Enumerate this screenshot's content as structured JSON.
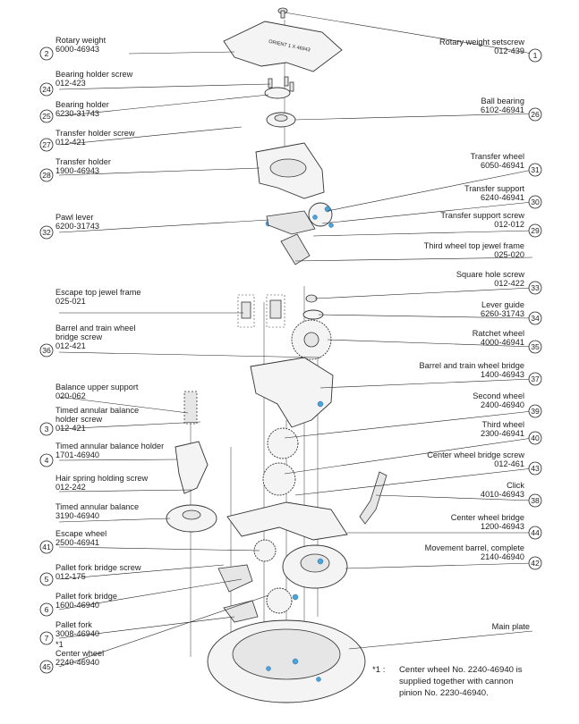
{
  "dial_text": "ORIENT 1 X 46943",
  "parts": [
    {
      "no": "1",
      "name": "Rotary weight setscrew",
      "code": "012-439"
    },
    {
      "no": "2",
      "name": "Rotary weight",
      "code": "6000-46943"
    },
    {
      "no": "24",
      "name": "Bearing holder screw",
      "code": "012-423"
    },
    {
      "no": "25",
      "name": "Bearing holder",
      "code": "6230-31743"
    },
    {
      "no": "26",
      "name": "Ball bearing",
      "code": "6102-46941"
    },
    {
      "no": "27",
      "name": "Transfer holder screw",
      "code": "012-421"
    },
    {
      "no": "28",
      "name": "Transfer holder",
      "code": "1900-46943"
    },
    {
      "no": "31",
      "name": "Transfer wheel",
      "code": "6050-46941"
    },
    {
      "no": "30",
      "name": "Transfer support",
      "code": "6240-46941"
    },
    {
      "no": "32",
      "name": "Pawl lever",
      "code": "6200-31743"
    },
    {
      "no": "29",
      "name": "Transfer support screw",
      "code": "012-012"
    },
    {
      "no": "",
      "name": "Third wheel top jewel frame",
      "code": "025-020"
    },
    {
      "no": "33",
      "name": "Square hole screw",
      "code": "012-422"
    },
    {
      "no": "",
      "name": "Escape top jewel frame",
      "code": "025-021"
    },
    {
      "no": "34",
      "name": "Lever guide",
      "code": "6260-31743"
    },
    {
      "no": "36",
      "name": "Barrel and train wheel bridge screw",
      "code": "012-421"
    },
    {
      "no": "35",
      "name": "Ratchet wheel",
      "code": "4000-46941"
    },
    {
      "no": "37",
      "name": "Barrel and train wheel bridge",
      "code": "1400-46943"
    },
    {
      "no": "",
      "name": "Balance upper support",
      "code": "020-062"
    },
    {
      "no": "39",
      "name": "Second wheel",
      "code": "2400-46940"
    },
    {
      "no": "3",
      "name": "Timed annular balance holder screw",
      "code": "012-421"
    },
    {
      "no": "40",
      "name": "Third wheel",
      "code": "2300-46941"
    },
    {
      "no": "4",
      "name": "Timed annular balance holder",
      "code": "1701-46940"
    },
    {
      "no": "43",
      "name": "Center wheel bridge screw",
      "code": "012-461"
    },
    {
      "no": "",
      "name": "Hair spring holding screw",
      "code": "012-242"
    },
    {
      "no": "38",
      "name": "Click",
      "code": "4010-46943"
    },
    {
      "no": "",
      "name": "Timed annular balance",
      "code": "3190-46940"
    },
    {
      "no": "44",
      "name": "Center wheel bridge",
      "code": "1200-46943"
    },
    {
      "no": "41",
      "name": "Escape wheel",
      "code": "2500-46941"
    },
    {
      "no": "42",
      "name": "Movement barrel, complete",
      "code": "2140-46940"
    },
    {
      "no": "5",
      "name": "Pallet fork bridge screw",
      "code": "012-175"
    },
    {
      "no": "6",
      "name": "Pallet fork bridge",
      "code": "1600-46940"
    },
    {
      "no": "7",
      "name": "Pallet fork",
      "code": "3008-46940"
    },
    {
      "no": "",
      "name": "Main plate",
      "code": ""
    },
    {
      "no": "45",
      "name": "Center wheel",
      "code": "2240-46940"
    }
  ],
  "label_lines": {
    "l36b": "bridge screw",
    "l3b": "holder screw"
  },
  "footnote": {
    "mark": "*1 :",
    "center_mark": "*1",
    "line1": "Center wheel No. 2240-46940 is",
    "line2": "supplied together with cannon",
    "line3": "pinion No. 2230-46940."
  }
}
